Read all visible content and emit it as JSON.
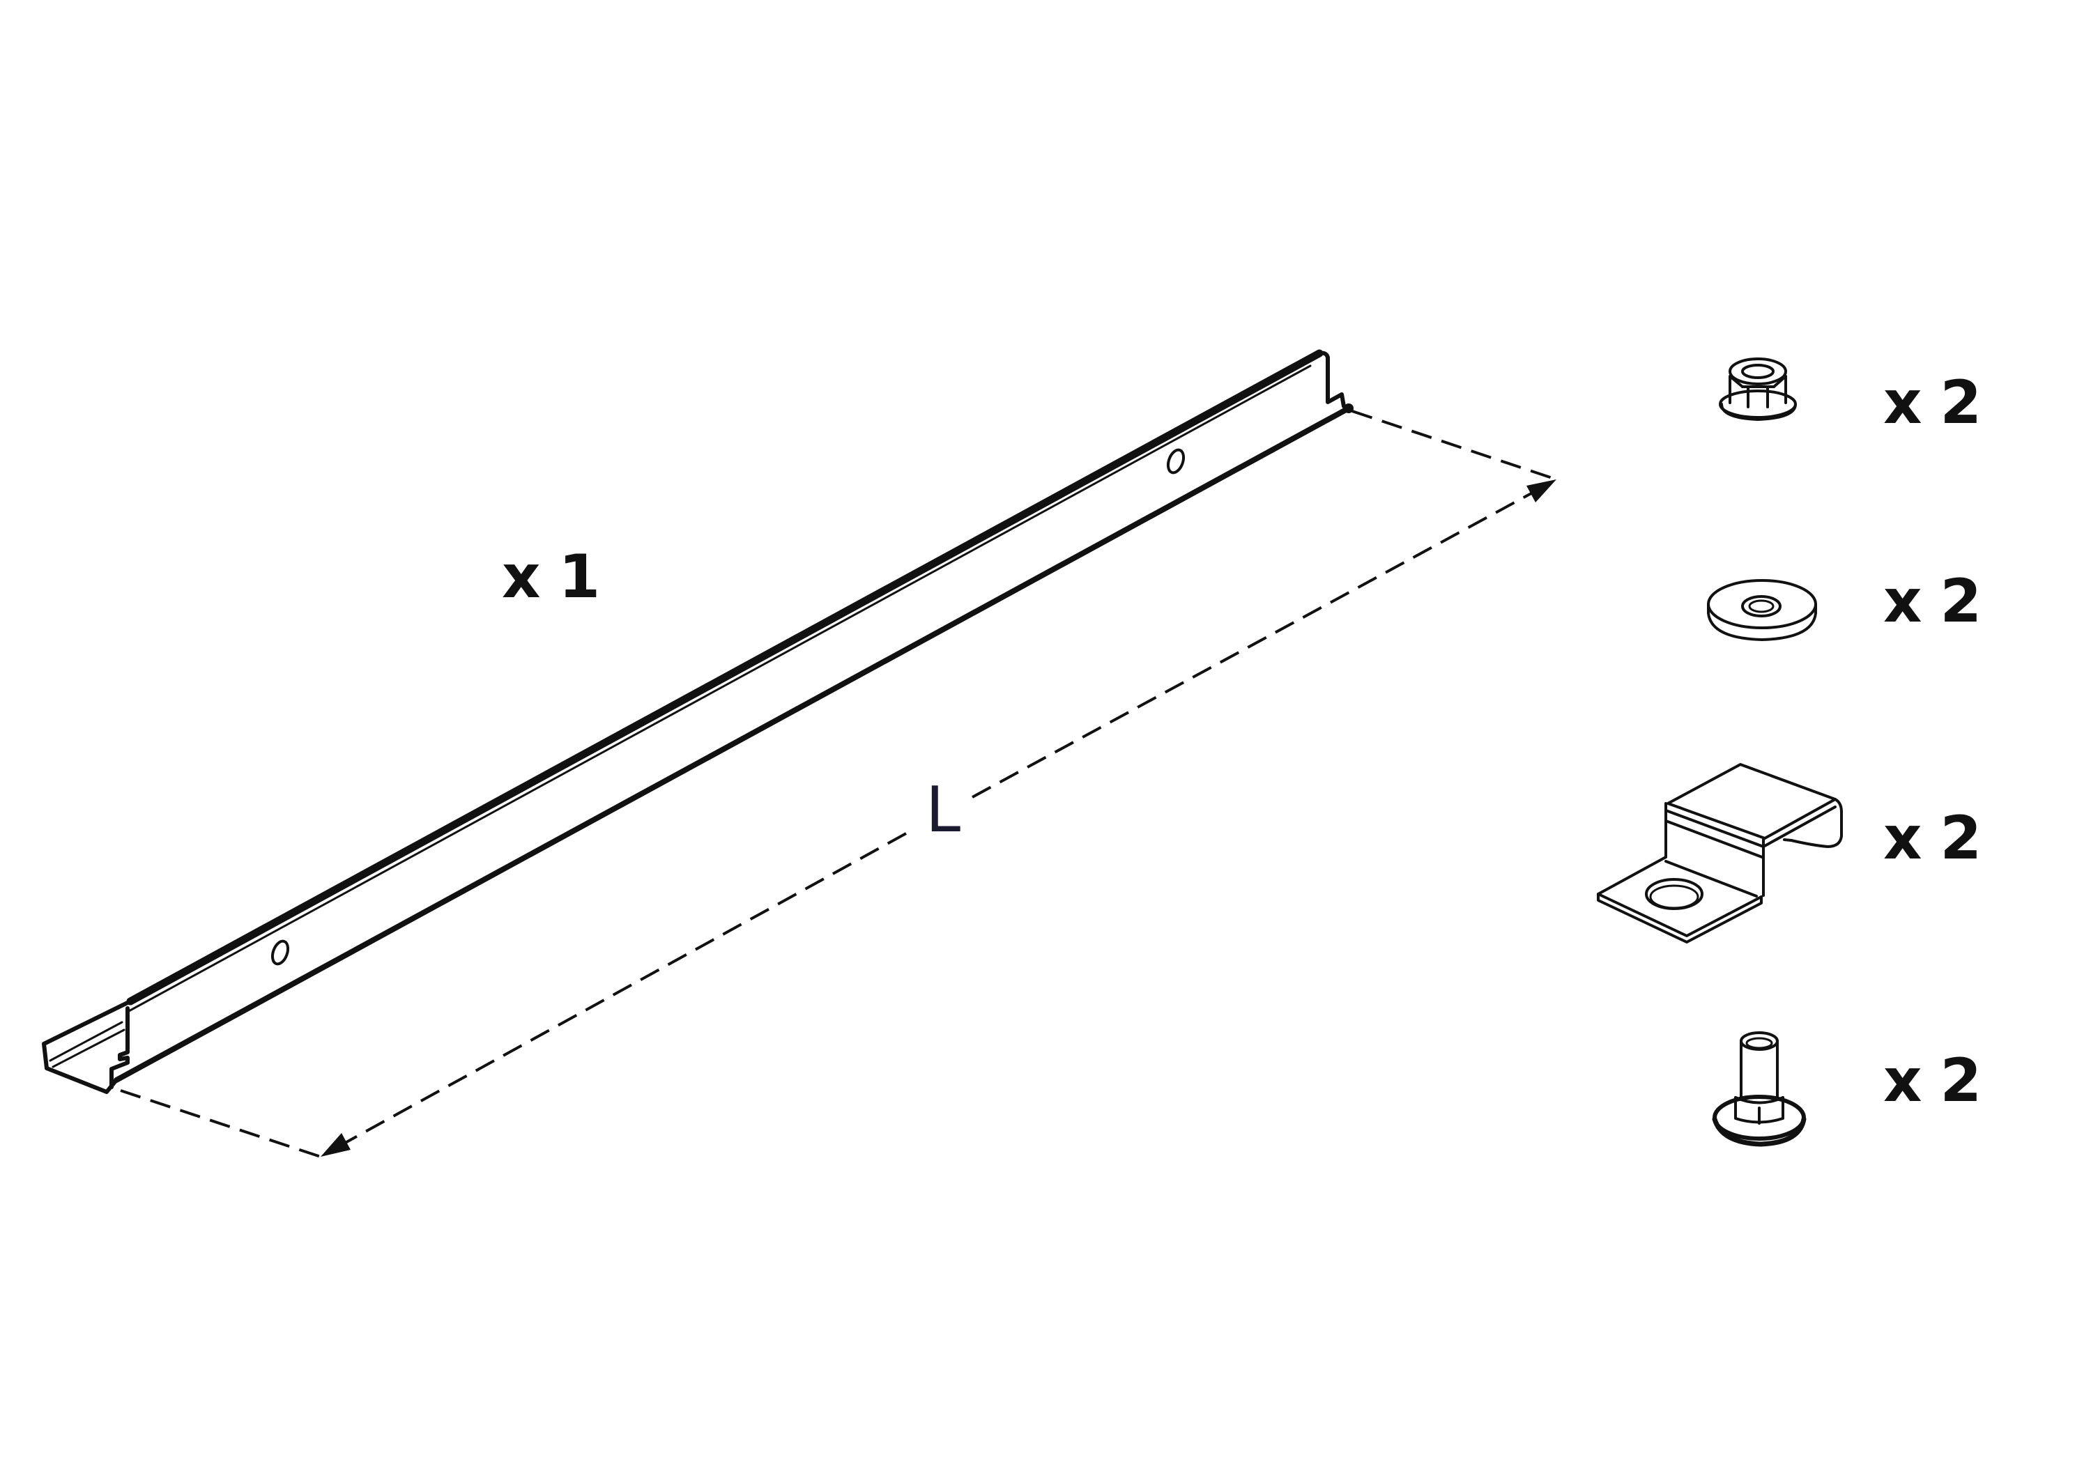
{
  "diagram": {
    "type": "parts-list",
    "background": "#ffffff",
    "line_color": "#111111"
  },
  "rail": {
    "name": "mounting rail",
    "quantity_label": "x 1",
    "dimension_label": "L"
  },
  "hardware": [
    {
      "name": "flange nut",
      "icon": "flange-nut-icon",
      "quantity_label": "x 2"
    },
    {
      "name": "flat washer",
      "icon": "washer-icon",
      "quantity_label": "x 2"
    },
    {
      "name": "offset bracket",
      "icon": "bracket-icon",
      "quantity_label": "x 2"
    },
    {
      "name": "flange bolt",
      "icon": "bolt-icon",
      "quantity_label": "x 2"
    }
  ]
}
